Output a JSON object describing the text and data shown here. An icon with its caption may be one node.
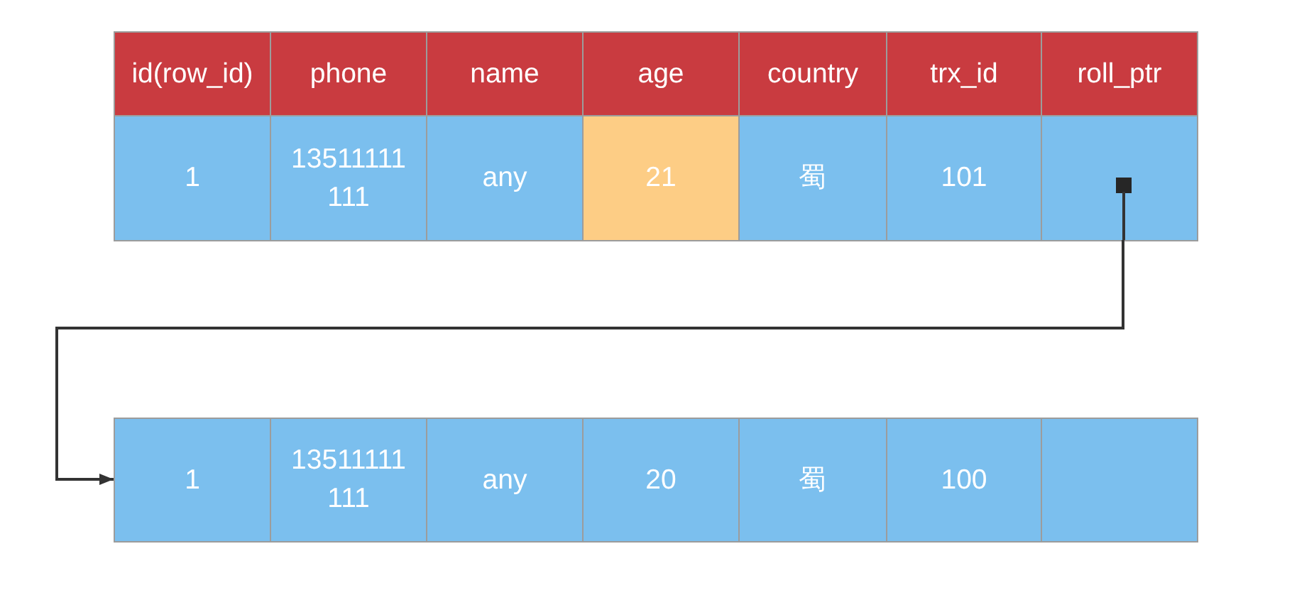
{
  "diagram": {
    "nodes": [
      {
        "text": [
          "id(row_id)"
        ]
      },
      {
        "text": [
          "phone"
        ]
      },
      {
        "text": [
          "name"
        ]
      },
      {
        "text": [
          "age"
        ]
      },
      {
        "text": [
          "country"
        ]
      },
      {
        "text": [
          "trx_id"
        ]
      },
      {
        "text": [
          "roll_ptr"
        ]
      },
      {
        "text": [
          "1"
        ]
      },
      {
        "text": [
          "13511111111"
        ]
      },
      {
        "text": [
          "any"
        ]
      },
      {
        "text": [
          "21"
        ]
      },
      {
        "text": [
          "蜀"
        ]
      },
      {
        "text": [
          "101"
        ]
      },
      {
        "text": [],
        "shape": "box"
      },
      {
        "text": [
          "1"
        ]
      },
      {
        "text": [
          "13511111111"
        ]
      },
      {
        "text": [
          "any"
        ]
      },
      {
        "text": [
          "20"
        ]
      },
      {
        "text": [
          "蜀"
        ]
      },
      {
        "text": [
          "100"
        ]
      },
      {
        "text": [],
        "shape": "box"
      }
    ],
    "edges": [
      {
        "from": 13,
        "to": 14,
        "arrow": "to"
      }
    ]
  }
}
